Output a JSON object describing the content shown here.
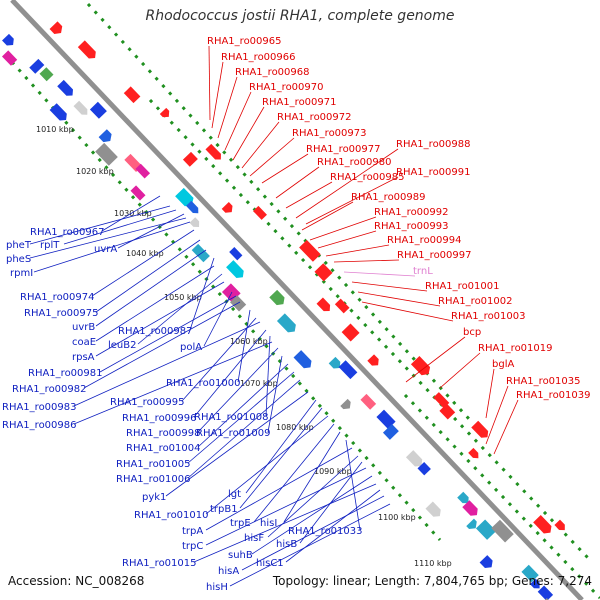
{
  "title": "Rhodococcus jostii RHA1, complete genome",
  "accession": "Accession: NC_008268",
  "topology": "Topology: linear; Length: 7,804,765 bp; Genes: 7,274",
  "colors": {
    "backbone": "#909090",
    "right_labels": "#e00000",
    "left_labels": "#1020c0",
    "trna_label": "#e080d0",
    "dotted_track": "#209020"
  },
  "kbp_marks": [
    "1010 kbp",
    "1020 kbp",
    "1030 kbp",
    "1040 kbp",
    "1050 kbp",
    "1060 kbp",
    "1070 kbp",
    "1080 kbp",
    "1090 kbp",
    "1100 kbp",
    "1110 kbp"
  ],
  "right_labels": [
    {
      "text": "RHA1_ro00965",
      "color": "#e00000"
    },
    {
      "text": "RHA1_ro00966",
      "color": "#e00000"
    },
    {
      "text": "RHA1_ro00968",
      "color": "#e00000"
    },
    {
      "text": "RHA1_ro00970",
      "color": "#e00000"
    },
    {
      "text": "RHA1_ro00971",
      "color": "#e00000"
    },
    {
      "text": "RHA1_ro00972",
      "color": "#e00000"
    },
    {
      "text": "RHA1_ro00973",
      "color": "#e00000"
    },
    {
      "text": "RHA1_ro00977",
      "color": "#e00000"
    },
    {
      "text": "RHA1_ro00988",
      "color": "#e00000"
    },
    {
      "text": "RHA1_ro00980",
      "color": "#e00000"
    },
    {
      "text": "RHA1_ro00985",
      "color": "#e00000"
    },
    {
      "text": "RHA1_ro00991",
      "color": "#e00000"
    },
    {
      "text": "RHA1_ro00989",
      "color": "#e00000"
    },
    {
      "text": "RHA1_ro00992",
      "color": "#e00000"
    },
    {
      "text": "RHA1_ro00993",
      "color": "#e00000"
    },
    {
      "text": "RHA1_ro00994",
      "color": "#e00000"
    },
    {
      "text": "RHA1_ro00997",
      "color": "#e00000"
    },
    {
      "text": "trnL",
      "color": "#e080d0"
    },
    {
      "text": "RHA1_ro01001",
      "color": "#e00000"
    },
    {
      "text": "RHA1_ro01002",
      "color": "#e00000"
    },
    {
      "text": "RHA1_ro01003",
      "color": "#e00000"
    },
    {
      "text": "bcp",
      "color": "#e00000"
    },
    {
      "text": "RHA1_ro01019",
      "color": "#e00000"
    },
    {
      "text": "bglA",
      "color": "#e00000"
    },
    {
      "text": "RHA1_ro01035",
      "color": "#e00000"
    },
    {
      "text": "RHA1_ro01039",
      "color": "#e00000"
    }
  ],
  "left_labels": [
    "RHA1_ro00967",
    "pheT",
    "rplT",
    "uvrA",
    "pheS",
    "rpmI",
    "RHA1_ro00974",
    "RHA1_ro00975",
    "uvrB",
    "RHA1_ro00987",
    "coaE",
    "leuB2",
    "rpsA",
    "polA",
    "RHA1_ro00981",
    "RHA1_ro00982",
    "RHA1_ro01000",
    "RHA1_ro00995",
    "RHA1_ro00983",
    "RHA1_ro00996",
    "RHA1_ro01008",
    "RHA1_ro00986",
    "RHA1_ro00998",
    "RHA1_ro01009",
    "RHA1_ro01004",
    "RHA1_ro01005",
    "RHA1_ro01006",
    "pyk1",
    "lgt",
    "trpB1",
    "RHA1_ro01010",
    "trpE",
    "hisI",
    "RHA1_ro01033",
    "trpA",
    "hisF",
    "hisB",
    "trpC",
    "suhB",
    "RHA1_ro01015",
    "hisC1",
    "hisA",
    "hisH"
  ]
}
